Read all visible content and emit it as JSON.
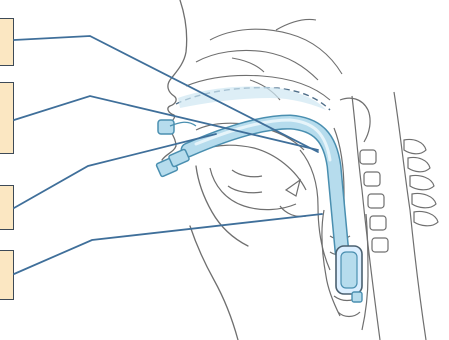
{
  "labels": [
    {
      "id": "label-1",
      "text": ""
    },
    {
      "id": "label-2",
      "text": ""
    },
    {
      "id": "label-3",
      "text": ""
    },
    {
      "id": "label-4",
      "text": ""
    }
  ],
  "colors": {
    "background": "#ffffff",
    "label_fill": "#fbe7c2",
    "label_border": "#3d4a57",
    "leader_line": "#3f6f9a",
    "anatomy_stroke": "#6f6f6f",
    "tube_fill": "#b6dced",
    "tube_stroke": "#4a8fb0"
  }
}
